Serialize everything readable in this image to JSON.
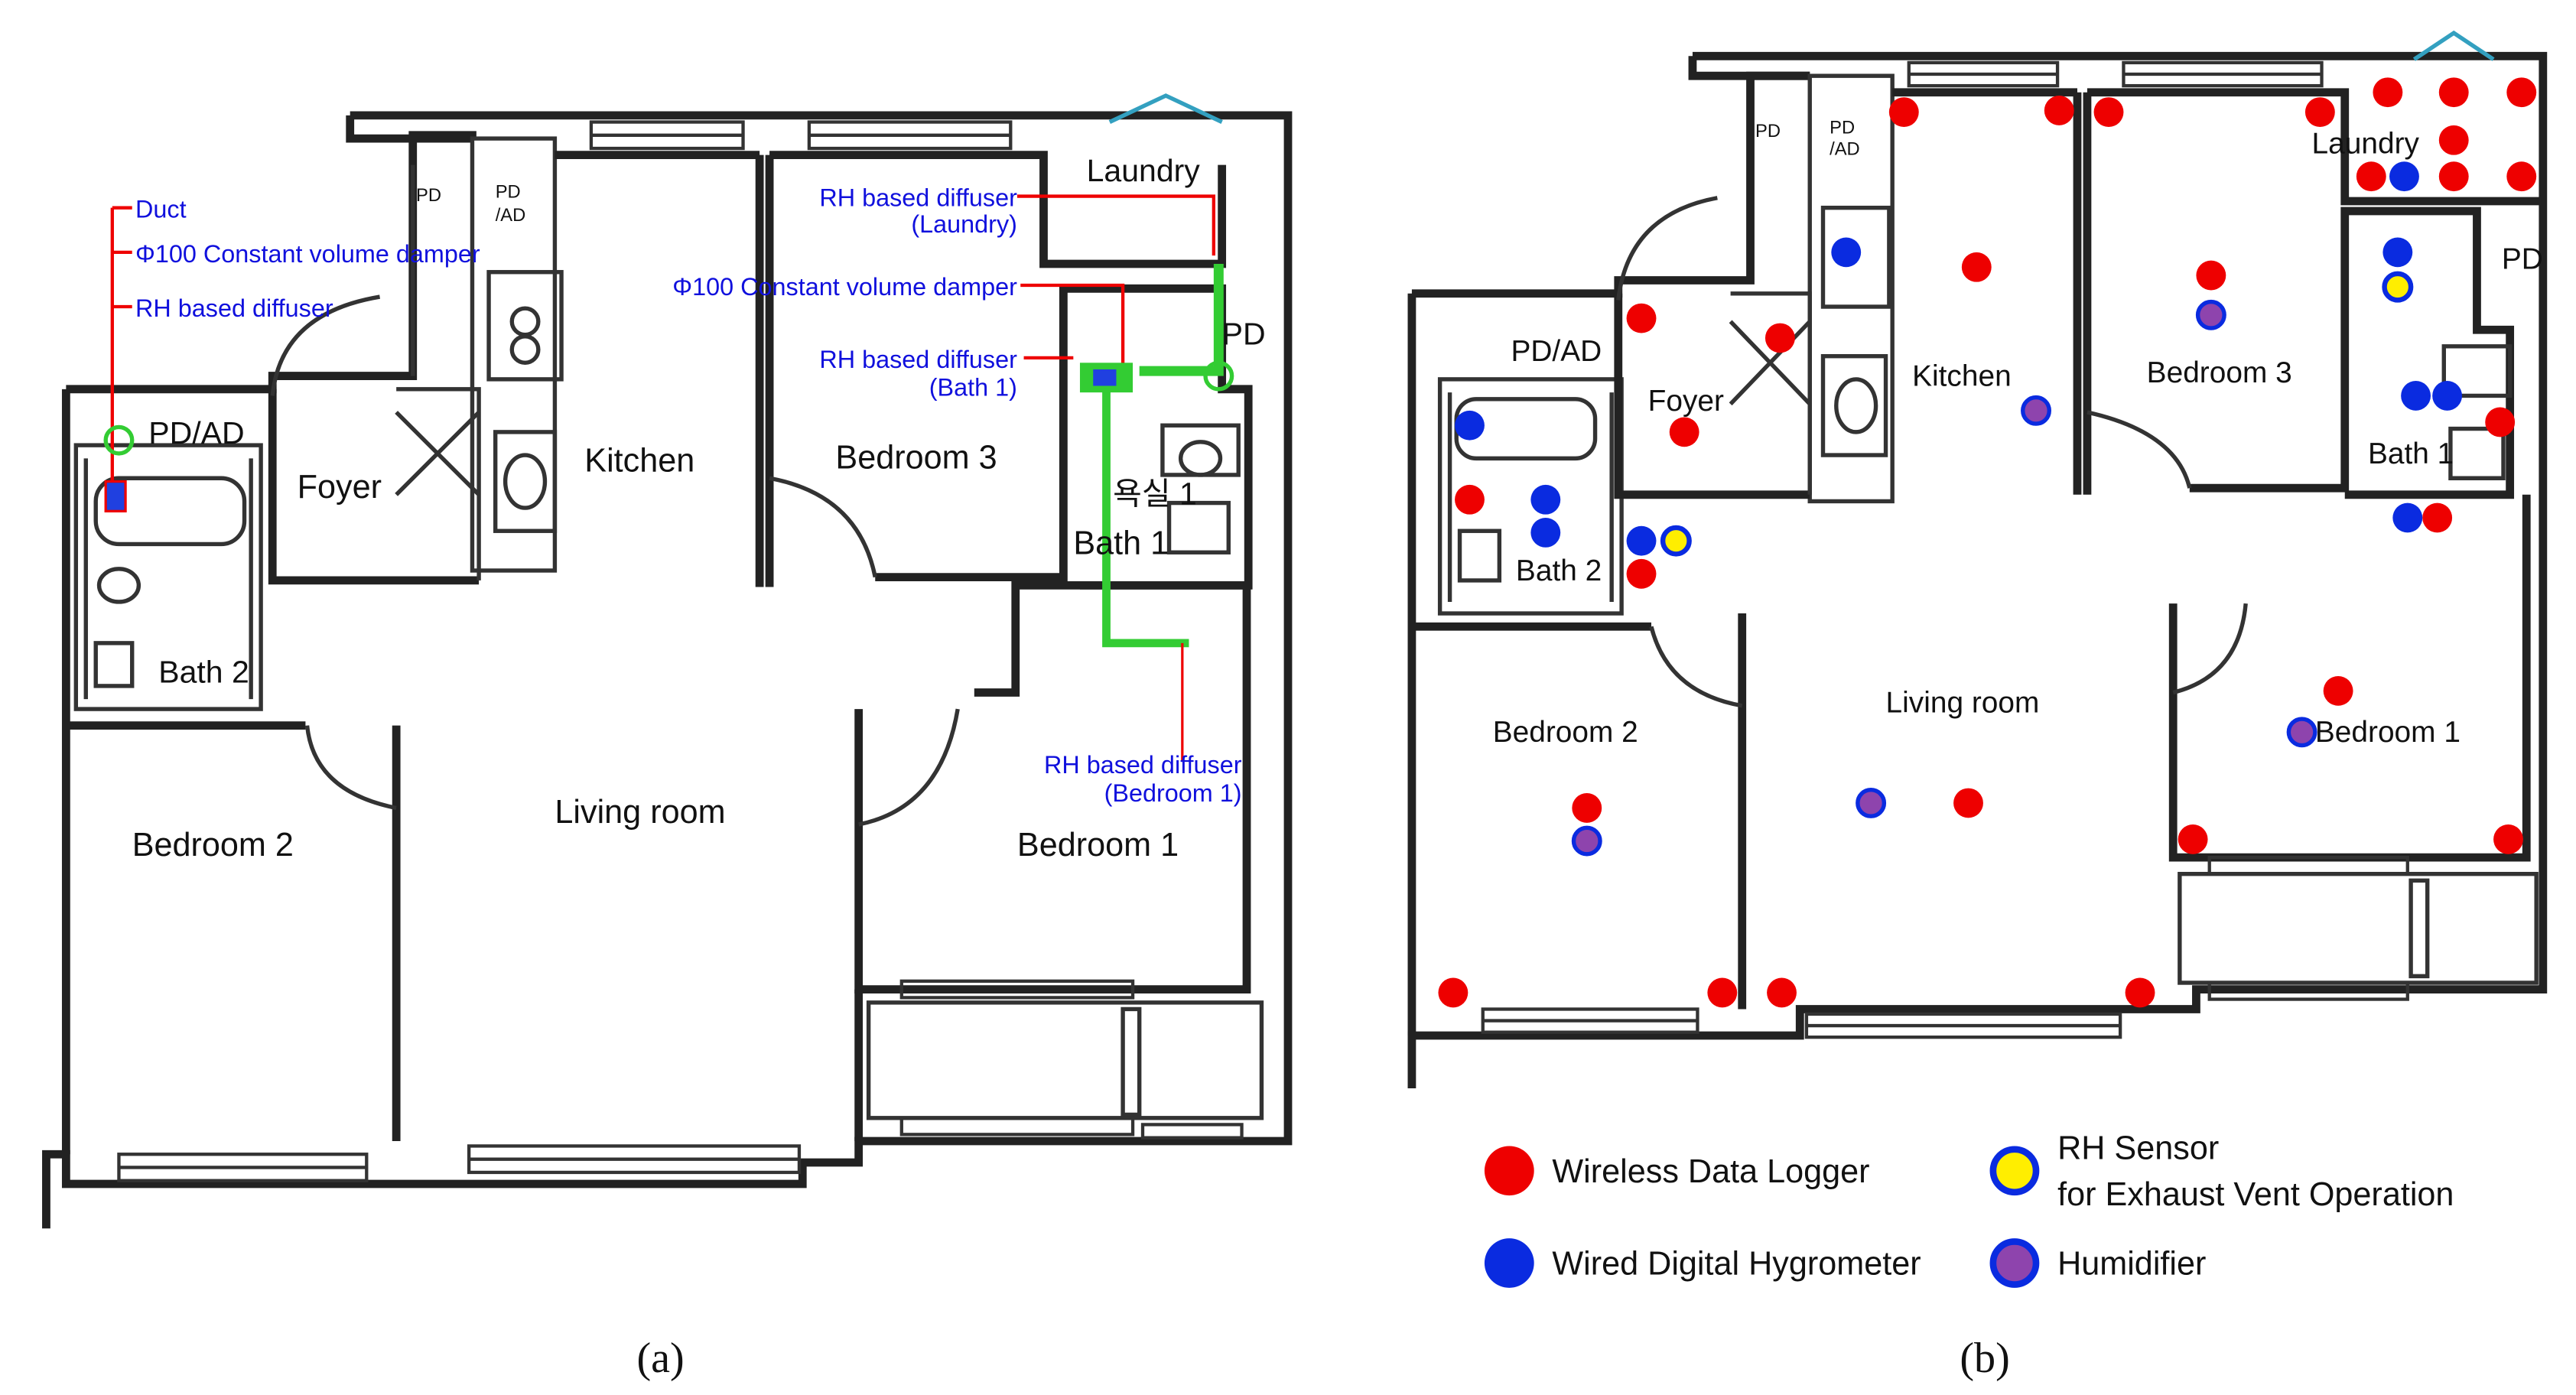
{
  "plan_a": {
    "rooms": {
      "pd_left": "PD",
      "pd_ad_top": [
        "PD",
        "/AD"
      ],
      "laundry": "Laundry",
      "pd_ad_bath": "PD/AD",
      "foyer": "Foyer",
      "kitchen": "Kitchen",
      "bedroom3": "Bedroom 3",
      "pd_right": "PD",
      "yoksil": "욕실 1",
      "bath1": "Bath 1",
      "bath2": "Bath 2",
      "bedroom2": "Bedroom 2",
      "living": "Living room",
      "bedroom1": "Bedroom 1"
    },
    "annotations": {
      "duct": "Duct",
      "damper_left": "Φ100 Constant volume damper",
      "diffuser_left": "RH based diffuser",
      "diffuser_laundry": [
        "RH based diffuser",
        "(Laundry)"
      ],
      "damper_right": "Φ100 Constant volume damper",
      "diffuser_bath1": [
        "RH based diffuser",
        "(Bath 1)"
      ],
      "diffuser_bedroom1": [
        "RH based diffuser",
        "(Bedroom 1)"
      ]
    },
    "caption": "(a)"
  },
  "plan_b": {
    "rooms": {
      "pd_left": "PD",
      "pd_ad_top": [
        "PD",
        "/AD"
      ],
      "laundry": "Laundry",
      "pd_ad_bath": "PD/AD",
      "foyer": "Foyer",
      "kitchen": "Kitchen",
      "bedroom3": "Bedroom 3",
      "pd_right": "PD",
      "bath1": "Bath 1",
      "bath2": "Bath 2",
      "living": "Living room",
      "bedroom2": "Bedroom 2",
      "bedroom1": "Bedroom 1"
    },
    "legend": {
      "wireless": "Wireless Data Logger",
      "wired": "Wired Digital Hygrometer",
      "rh_sensor": [
        "RH Sensor",
        "for Exhaust Vent Operation"
      ],
      "humidifier": "Humidifier"
    },
    "caption": "(b)"
  },
  "colors": {
    "wireless": "#ee0000",
    "wired": "#0a2be0",
    "rh_fill": "#ffee00",
    "humidifier": "#8e44ad",
    "annotation": "#1010dd",
    "duct": "#33cc33"
  }
}
